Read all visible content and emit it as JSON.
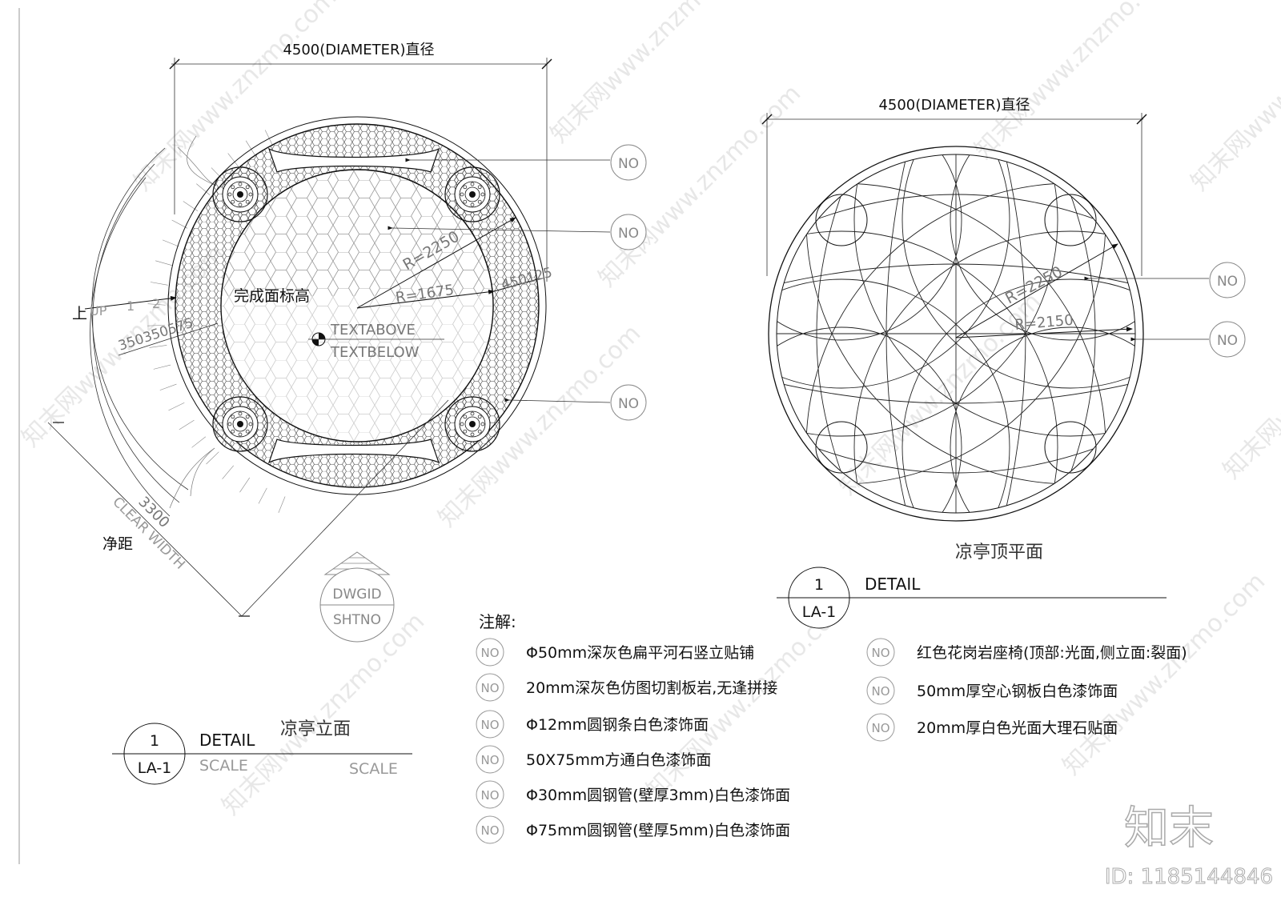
{
  "left_plan": {
    "diameter_label": "4500(DIAMETER)直径",
    "radius_outer": "R=2250",
    "radius_inner": "R=1675",
    "ring_dims": "450125",
    "step_dims": "350350575",
    "finish_level": "完成面标高",
    "text_above": "TEXTABOVE",
    "text_below": "TEXTBELOW",
    "up_cn": "上",
    "up_en": "UP",
    "step_1": "1",
    "step_2": "2",
    "clear_dim": "3300",
    "clear_en": "CLEAR WIDTH",
    "clear_cn": "净距",
    "callouts": [
      "NO",
      "NO",
      "NO"
    ]
  },
  "right_plan": {
    "diameter_label": "4500(DIAMETER)直径",
    "radius_outer": "R=2250",
    "radius_inner": "R=2150",
    "callouts": [
      "NO",
      "NO"
    ],
    "title": "凉亭顶平面"
  },
  "section_marker": {
    "top": "DWGID",
    "bottom": "SHTNO"
  },
  "title_left": {
    "number": "1",
    "sheet": "LA-1",
    "detail": "DETAIL",
    "scale_1": "SCALE",
    "scale_2": "SCALE",
    "name": "凉亭立面"
  },
  "title_right": {
    "number": "1",
    "sheet": "LA-1",
    "detail": "DETAIL"
  },
  "notes": {
    "heading": "注解:",
    "items": [
      {
        "tag": "NO",
        "text": "Φ50mm深灰色扁平河石竖立贴铺"
      },
      {
        "tag": "NO",
        "text": "20mm深灰色仿图切割板岩,无逢拼接"
      },
      {
        "tag": "NO",
        "text": "Φ12mm圆钢条白色漆饰面"
      },
      {
        "tag": "NO",
        "text": "50X75mm方通白色漆饰面"
      },
      {
        "tag": "NO",
        "text": "Φ30mm圆钢管(壁厚3mm)白色漆饰面"
      },
      {
        "tag": "NO",
        "text": "Φ75mm圆钢管(壁厚5mm)白色漆饰面"
      },
      {
        "tag": "NO",
        "text": "红色花岗岩座椅(顶部:光面,侧立面:裂面)"
      },
      {
        "tag": "NO",
        "text": "50mm厚空心钢板白色漆饰面"
      },
      {
        "tag": "NO",
        "text": "20mm厚白色光面大理石贴面"
      }
    ]
  },
  "brand": {
    "logo": "知末",
    "id": "ID: 1185144846"
  },
  "watermark": "知末网www.znzmo.com"
}
